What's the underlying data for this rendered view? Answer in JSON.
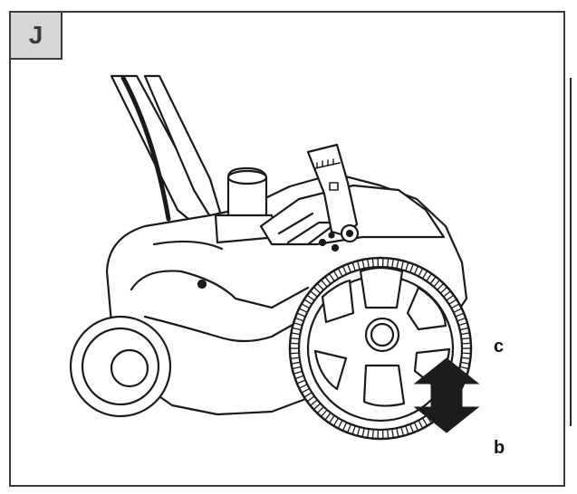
{
  "step": {
    "letter": "J"
  },
  "labels": {
    "c": "c",
    "b": "b"
  },
  "colors": {
    "line": "#1a1a1a",
    "panel": "#d7d7d7",
    "arrow": "#1c1c1c",
    "frame": "#3a3a3a"
  },
  "icons": {
    "adjust_arrow": "double-arrow-vertical-icon"
  }
}
